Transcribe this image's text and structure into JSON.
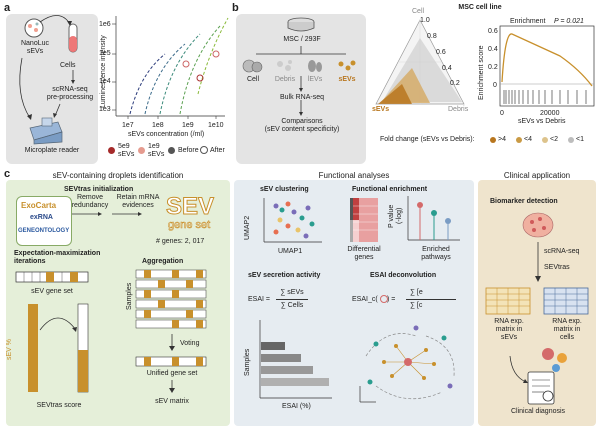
{
  "panel_a": {
    "letter": "a",
    "nanoluc": "NanoLuc",
    "sevs": "sEVs",
    "cells": "Cells",
    "scrna": "scRNA-seq",
    "preproc": "pre-processing",
    "reader": "Microplate reader",
    "ylabel": "Luminescence intensity",
    "xlabel": "sEVs concentration (/ml)",
    "yticks": [
      "1e6",
      "1e5",
      "1e4",
      "1e3"
    ],
    "xticks": [
      "1e7",
      "1e8",
      "1e9",
      "1e10"
    ],
    "legend": {
      "l1a": "5e9",
      "l1b": "sEVs",
      "l2a": "1e9",
      "l2b": "sEVs",
      "before": "Before",
      "after": "After"
    }
  },
  "panel_b": {
    "letter": "b",
    "source": "MSC / 293F",
    "types": [
      "Cell",
      "Debris",
      "lEVs",
      "sEVs"
    ],
    "bulk": "Bulk RNA-seq",
    "comparisons": "Comparisons",
    "specificity": "(sEV content specificity)",
    "ternary_title": "MSC cell line",
    "corner_cell": "Cell",
    "corner_sevs": "sEVs",
    "corner_debris": "Debris",
    "ternary_ticks": [
      "1.0",
      "0.8",
      "0.6",
      "0.4",
      "0.2"
    ],
    "gsea_title": "Enrichment",
    "gsea_p": "P = 0.021",
    "gsea_ylabel": "Enrichment score",
    "gsea_xlabel": "sEVs vs Debris",
    "gsea_yticks": [
      "0.6",
      "0.4",
      "0.2",
      "0"
    ],
    "gsea_xticks": [
      "0",
      "20000"
    ],
    "fc_label": "Fold change (sEVs vs Debris):",
    "fc_items": [
      {
        "label": ">4",
        "color": "#b8761e"
      },
      {
        "label": "<4",
        "color": "#c99a44"
      },
      {
        "label": "<2",
        "color": "#ddc38c"
      },
      {
        "label": "<1",
        "color": "#bdbdbd"
      }
    ]
  },
  "panel_c": {
    "letter": "c",
    "sec1_title": "sEV-containing droplets identification",
    "sec2_title": "Functional analyses",
    "sec3_title": "Clinical application",
    "init_title": "SEVtras initialization",
    "exocarta": "ExoCarta",
    "exrna": "exRNA",
    "geneontology": "GENEONTOLOGY",
    "remove": "Remove",
    "redundancy": "redundancy",
    "retain": "Retain mRNA",
    "evidences": "evidences",
    "sev_big": "SEV",
    "gene_set": "gene set",
    "ngenes": "# genes: 2, 017",
    "em_title1": "Expectation-maximization",
    "em_title2": "iterations",
    "sev_gene_set": "sEV gene set",
    "sev_pct": "sEV %",
    "sevtras_score": "SEVtras score",
    "agg_title": "Aggregation",
    "samples": "Samples",
    "voting": "Voting",
    "unified": "Unified gene set",
    "sev_matrix": "sEV matrix",
    "clust_title": "sEV clustering",
    "umap1": "UMAP1",
    "umap2": "UMAP2",
    "fe_title": "Functional enrichment",
    "pval": "P value",
    "neglog": "(-log)",
    "diffgenes1": "Differential",
    "diffgenes2": "genes",
    "enriched1": "Enriched",
    "enriched2": "pathways",
    "secretion_title": "sEV secretion activity",
    "esai": "ESAI =",
    "sum_sevs": "∑ sEVs",
    "sum_cells": "∑ Cells",
    "esai_pct": "ESAI (%)",
    "samples2": "Samples",
    "decon_title": "ESAI deconvolution",
    "esai_c": "ESAI_c(",
    "esai_c_end": ") =",
    "sum_e": "∑ [e",
    "sum_c": "∑ [c",
    "biomarker_title": "Biomarker detection",
    "scrna2": "scRNA-seq",
    "sevtras": "SEVtras",
    "rna_sevs1": "RNA exp.",
    "rna_sevs2": "matrix in",
    "rna_sevs3": "sEVs",
    "rna_cells1": "RNA exp.",
    "rna_cells2": "matrix in",
    "rna_cells3": "cells",
    "diagnosis": "Clinical diagnosis"
  }
}
